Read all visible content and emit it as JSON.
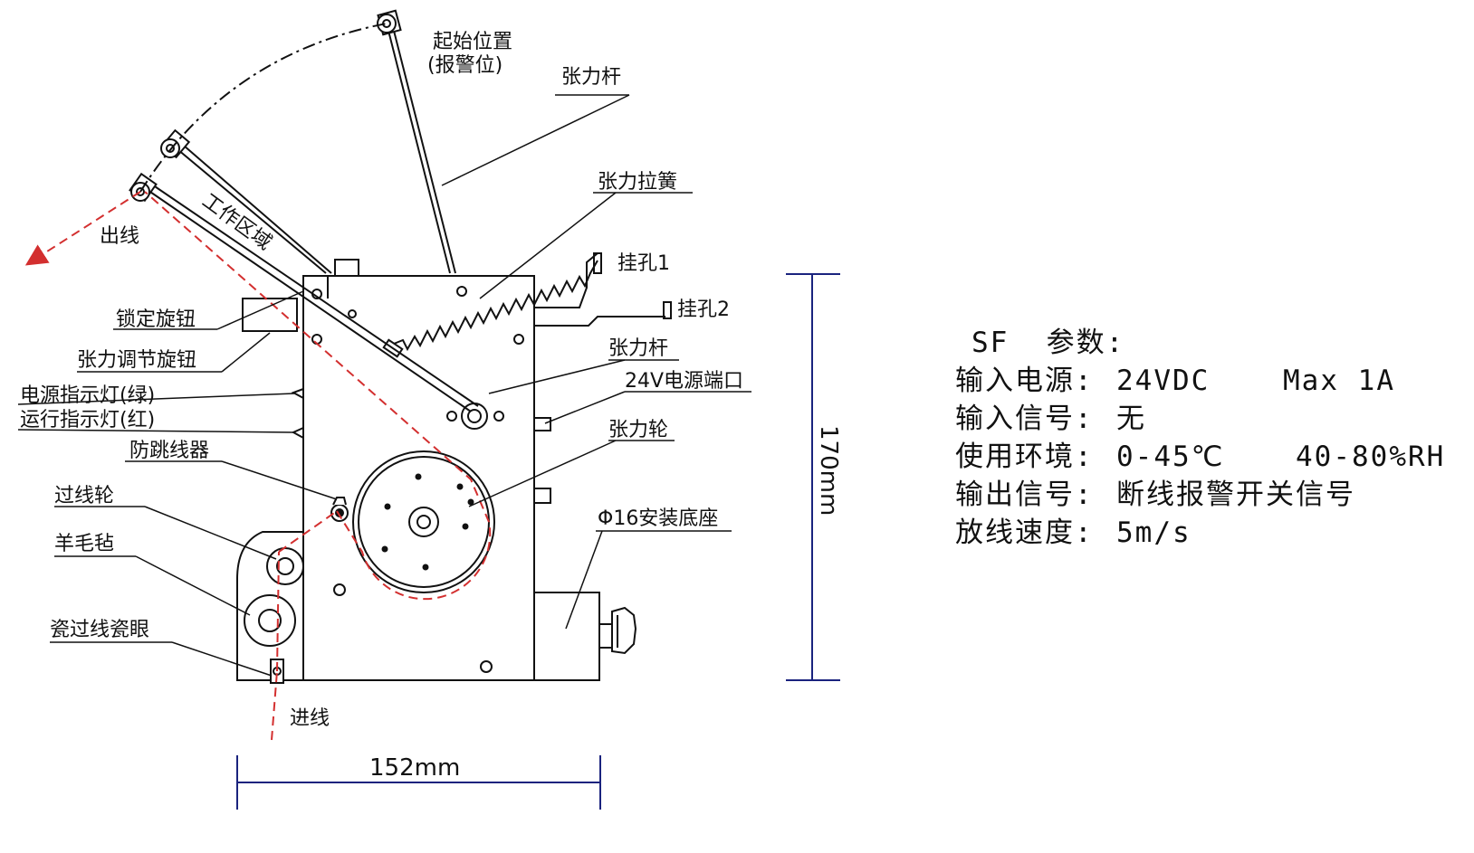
{
  "labels": {
    "start_position": "起始位置",
    "alarm_position": "(报警位)",
    "tension_rod_top": "张力杆",
    "tension_spring": "张力拉簧",
    "hook_hole_1": "挂孔1",
    "hook_hole_2": "挂孔2",
    "outlet": "出线",
    "working_area": "工作区域",
    "lock_knob": "锁定旋钮",
    "tension_adjust_knob": "张力调节旋钮",
    "power_indicator": "电源指示灯(绿)",
    "run_indicator": "运行指示灯(红)",
    "anti_jump_device": "防跳线器",
    "guide_wheel": "过线轮",
    "wool_felt": "羊毛毡",
    "ceramic_eyelet": "瓷过线瓷眼",
    "inlet": "进线",
    "tension_rod_mid": "张力杆",
    "power_port": "24V电源端口",
    "tension_wheel": "张力轮",
    "mounting_base": "Φ16安装底座"
  },
  "dimensions": {
    "width": "152mm",
    "height": "170mm"
  },
  "specs": {
    "title": "SF  参数:",
    "rows": [
      {
        "label": "输入电源:",
        "value": "24VDC",
        "extra": "Max 1A"
      },
      {
        "label": "输入信号:",
        "value": "无",
        "extra": ""
      },
      {
        "label": "使用环境:",
        "value": "0-45℃",
        "extra": "40-80%RH"
      },
      {
        "label": "输出信号:",
        "value": "断线报警开关信号",
        "extra": ""
      },
      {
        "label": "放线速度:",
        "value": "5m/s",
        "extra": ""
      }
    ]
  },
  "colors": {
    "line": "#111111",
    "thread_path": "#d32f2f",
    "dimension_line": "#1a237e"
  }
}
